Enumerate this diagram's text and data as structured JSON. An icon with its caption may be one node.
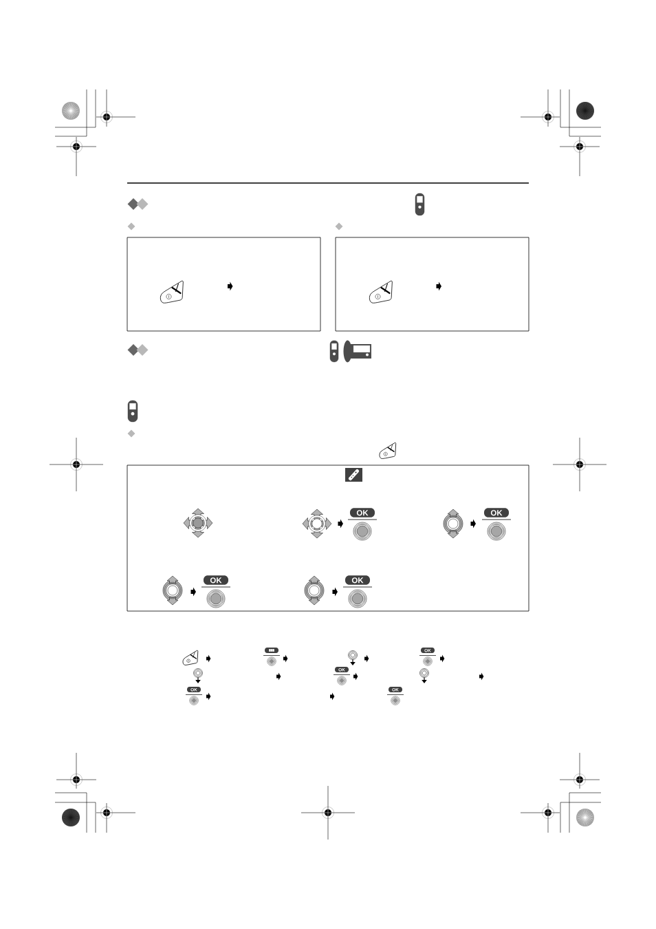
{
  "diagram": {
    "nodes": [
      {
        "text": [],
        "shape": "box"
      },
      {
        "text": [],
        "shape": "box"
      },
      {
        "text": [],
        "shape": "box"
      }
    ],
    "labels": [
      "OK",
      "OK",
      "OK",
      "OK",
      "OK",
      "OK",
      "OK",
      "OK"
    ]
  }
}
